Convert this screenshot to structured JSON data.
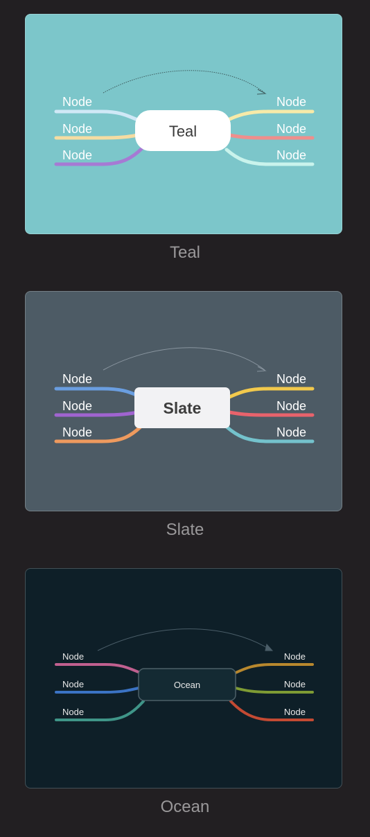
{
  "themes": [
    {
      "name": "Teal",
      "center_label": "Teal",
      "node_label": "Node",
      "background": "#7cc6ca",
      "center_fill": "#ffffff",
      "center_text": "#3a3a3a",
      "node_text": "#ffffff",
      "arrow_color": "#3d5a5c",
      "left_branches": [
        "#cfe8f6",
        "#f5dca2",
        "#a67ad4"
      ],
      "right_branches": [
        "#f7eaa8",
        "#ee8e8c",
        "#c9f3ec"
      ]
    },
    {
      "name": "Slate",
      "center_label": "Slate",
      "node_label": "Node",
      "background": "#4d5b65",
      "center_fill": "#f2f2f4",
      "center_text": "#3d3d3d",
      "node_text": "#ffffff",
      "arrow_color": "#8a96a0",
      "left_branches": [
        "#6a9ee0",
        "#a064d0",
        "#ee9a5e"
      ],
      "right_branches": [
        "#f2c94c",
        "#e8636c",
        "#74c2cc"
      ]
    },
    {
      "name": "Ocean",
      "center_label": "Ocean",
      "node_label": "Node",
      "background": "#0e1f28",
      "center_fill": "#142a33",
      "center_text": "#e8e8e8",
      "node_text": "#e8e8e8",
      "arrow_color": "#4a5d68",
      "left_branches": [
        "#c0608f",
        "#3b73c4",
        "#3f9588"
      ],
      "right_branches": [
        "#b8882e",
        "#7e9b34",
        "#c34a33"
      ]
    }
  ]
}
